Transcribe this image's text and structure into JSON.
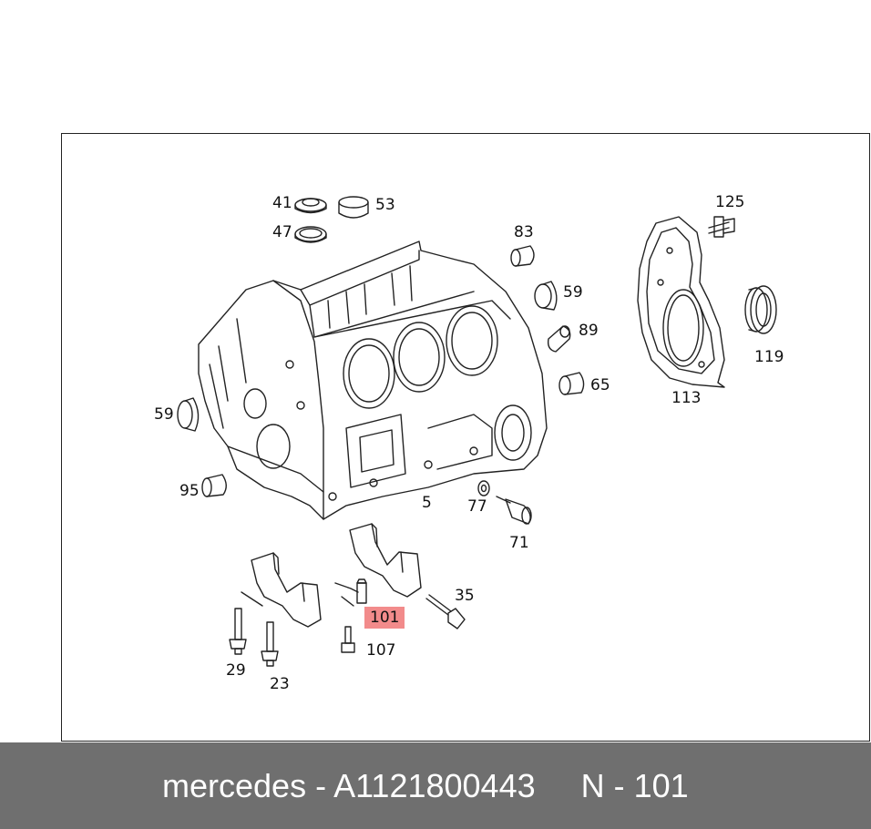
{
  "diagram": {
    "callouts": [
      {
        "id": "c41",
        "text": "41"
      },
      {
        "id": "c47",
        "text": "47"
      },
      {
        "id": "c53",
        "text": "53"
      },
      {
        "id": "c83",
        "text": "83"
      },
      {
        "id": "c125",
        "text": "125"
      },
      {
        "id": "c59a",
        "text": "59"
      },
      {
        "id": "c89",
        "text": "89"
      },
      {
        "id": "c119",
        "text": "119"
      },
      {
        "id": "c65",
        "text": "65"
      },
      {
        "id": "c113",
        "text": "113"
      },
      {
        "id": "c59b",
        "text": "59"
      },
      {
        "id": "c95",
        "text": "95"
      },
      {
        "id": "c5",
        "text": "5"
      },
      {
        "id": "c77",
        "text": "77"
      },
      {
        "id": "c71",
        "text": "71"
      },
      {
        "id": "c35",
        "text": "35"
      },
      {
        "id": "c101",
        "text": "101",
        "highlighted": true
      },
      {
        "id": "c107",
        "text": "107"
      },
      {
        "id": "c29",
        "text": "29"
      },
      {
        "id": "c23",
        "text": "23"
      }
    ],
    "highlight_color": "#f28b8b"
  },
  "footer": {
    "text": "mercedes - A1121800443     N - 101",
    "background": "#6f6f6f"
  }
}
